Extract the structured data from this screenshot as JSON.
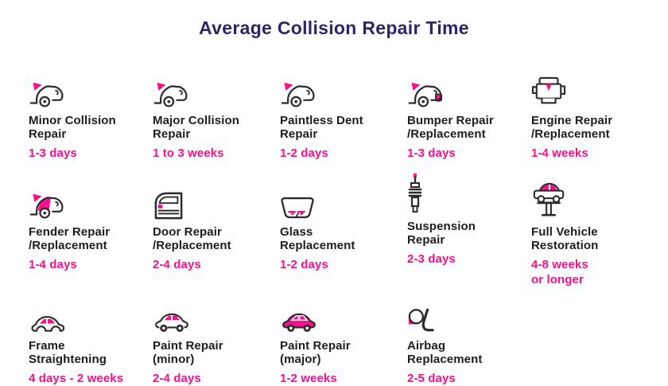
{
  "title": "Average Collision Repair Time",
  "colors": {
    "accent": "#f5108f",
    "title": "#2b2667",
    "text": "#1e1c1c",
    "icon_stroke": "#2b2b2b",
    "background": "#ffffff"
  },
  "items": [
    {
      "icon": "collision-car-icon",
      "title": "Minor Collision\nRepair",
      "duration": "1-3 days"
    },
    {
      "icon": "collision-car-icon",
      "title": "Major Collision\nRepair",
      "duration": "1 to 3 weeks"
    },
    {
      "icon": "dent-car-icon",
      "title": "Paintless Dent\nRepair",
      "duration": "1-2 days"
    },
    {
      "icon": "bumper-car-icon",
      "title": "Bumper Repair\n/Replacement",
      "duration": "1-3 days"
    },
    {
      "icon": "engine-icon",
      "title": "Engine Repair\n/Replacement",
      "duration": "1-4 weeks"
    },
    {
      "icon": "fender-car-icon",
      "title": "Fender Repair\n/Replacement",
      "duration": "1-4 days"
    },
    {
      "icon": "car-door-icon",
      "title": "Door Repair\n/Replacement",
      "duration": "2-4 days"
    },
    {
      "icon": "windshield-icon",
      "title": "Glass\nReplacement",
      "duration": "1-2 days"
    },
    {
      "icon": "suspension-strut-icon",
      "title": "Suspension\nRepair",
      "duration": "2-3 days"
    },
    {
      "icon": "car-lift-icon",
      "title": "Full Vehicle\nRestoration",
      "duration": "4-8 weeks\nor longer"
    },
    {
      "icon": "car-frame-icon",
      "title": "Frame\nStraightening",
      "duration": "4 days - 2 weeks"
    },
    {
      "icon": "paint-car-minor-icon",
      "title": "Paint Repair\n(minor)",
      "duration": "2-4 days"
    },
    {
      "icon": "paint-car-major-icon",
      "title": "Paint Repair\n(major)",
      "duration": "1-2 weeks"
    },
    {
      "icon": "airbag-seat-icon",
      "title": "Airbag\nReplacement",
      "duration": "2-5 days"
    }
  ]
}
